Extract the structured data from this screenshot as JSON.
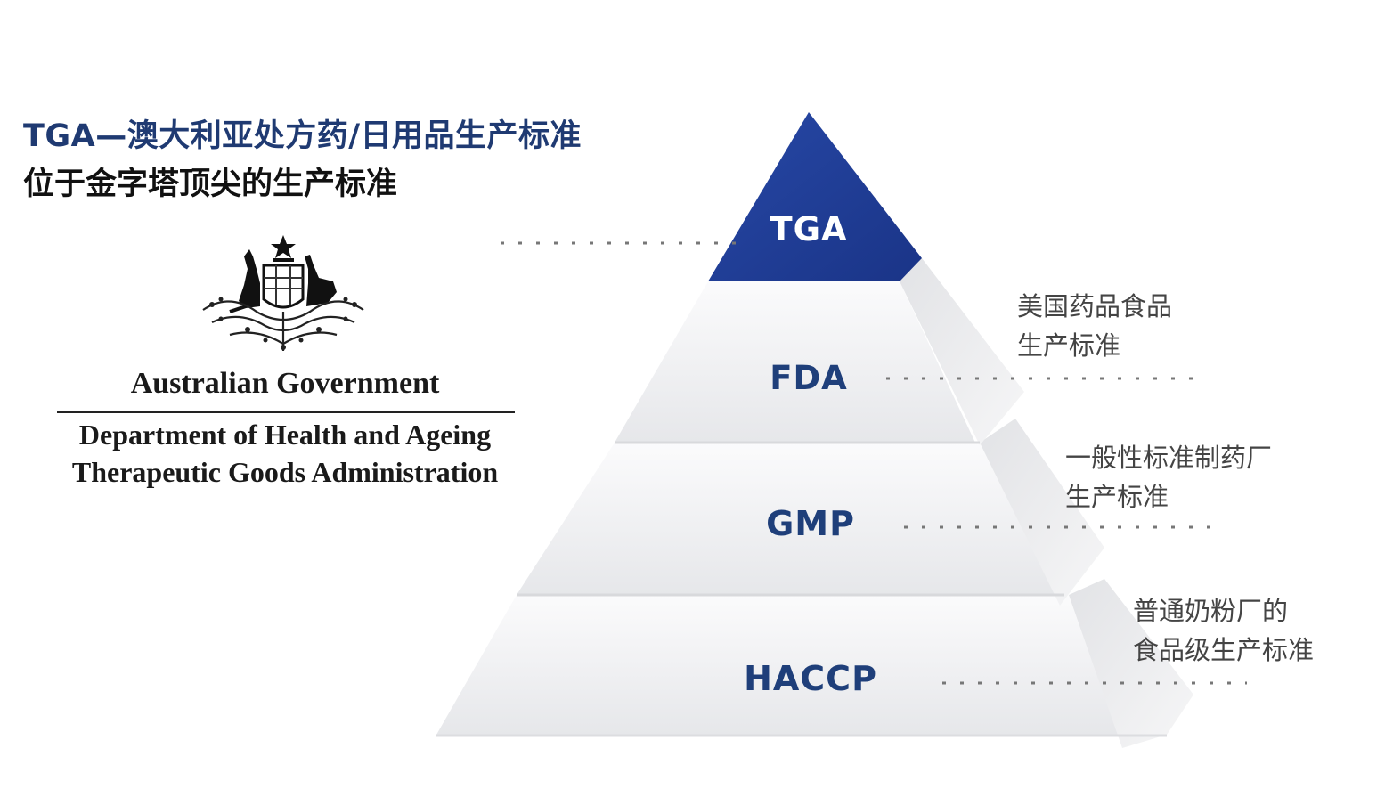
{
  "header": {
    "headline": "TGA—澳大利亚处方药/日用品生产标准",
    "subheadline": "位于金字塔顶尖的生产标准"
  },
  "logo": {
    "icon": "australian-coat-of-arms-icon",
    "government": "Australian Government",
    "department": "Department of Health and Ageing",
    "agency": "Therapeutic Goods Administration"
  },
  "pyramid": {
    "colors": {
      "top_tier": "#1f3f9a",
      "label_text": "#1f3f7a",
      "tier_face": "#f2f2f4",
      "side_face": "#e4e5e8",
      "connector_dots": "#7a7a7a"
    },
    "tiers": [
      {
        "label": "TGA",
        "level": 1,
        "description_line1": "",
        "description_line2": ""
      },
      {
        "label": "FDA",
        "level": 2,
        "description_line1": "美国药品食品",
        "description_line2": "生产标准"
      },
      {
        "label": "GMP",
        "level": 3,
        "description_line1": "一般性标准制药厂",
        "description_line2": "生产标准"
      },
      {
        "label": "HACCP",
        "level": 4,
        "description_line1": "普通奶粉厂的",
        "description_line2": "食品级生产标准"
      }
    ]
  }
}
